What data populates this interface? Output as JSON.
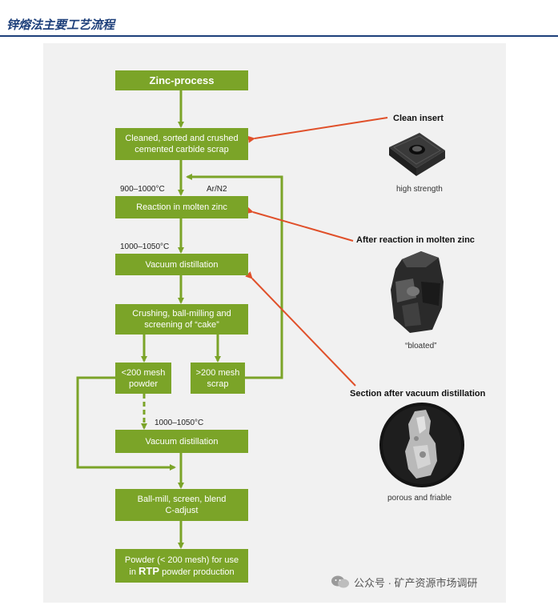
{
  "header": {
    "title": "锌熔法主要工艺流程"
  },
  "flow": {
    "zinc_process": "Zinc-process",
    "clean_scrap_1": "Cleaned, sorted and crushed",
    "clean_scrap_2": "cemented carbide scrap",
    "temp_reaction": "900–1000°C",
    "gas": "Ar/N2",
    "reaction": "Reaction in molten zinc",
    "temp_vac1": "1000–1050°C",
    "vacuum1": "Vacuum distillation",
    "crushing_1": "Crushing, ball-milling and",
    "crushing_2": "screening of “cake”",
    "powder_1": "<200 mesh",
    "powder_2": "powder",
    "scrap_1": ">200 mesh",
    "scrap_2": "scrap",
    "temp_vac2": "1000–1050°C",
    "vacuum2": "Vacuum distillation",
    "ballmill_1": "Ball-mill, screen, blend",
    "ballmill_2": "C-adjust",
    "final_1": "Powder (< 200 mesh) for use",
    "final_2a": "in ",
    "final_2b": "RTP",
    "final_2c": " powder production"
  },
  "side": {
    "clean_insert": "Clean insert",
    "clean_insert_cap": "high strength",
    "after_reaction": "After reaction in molten zinc",
    "after_reaction_cap": "“bloated”",
    "section": "Section after vacuum distillation",
    "section_cap": "porous and friable"
  },
  "colors": {
    "box": "#7ba428",
    "arrow_red": "#e0502a",
    "header": "#1d3f7a"
  },
  "footer": {
    "text": "公众号 · 矿产资源市场调研"
  }
}
